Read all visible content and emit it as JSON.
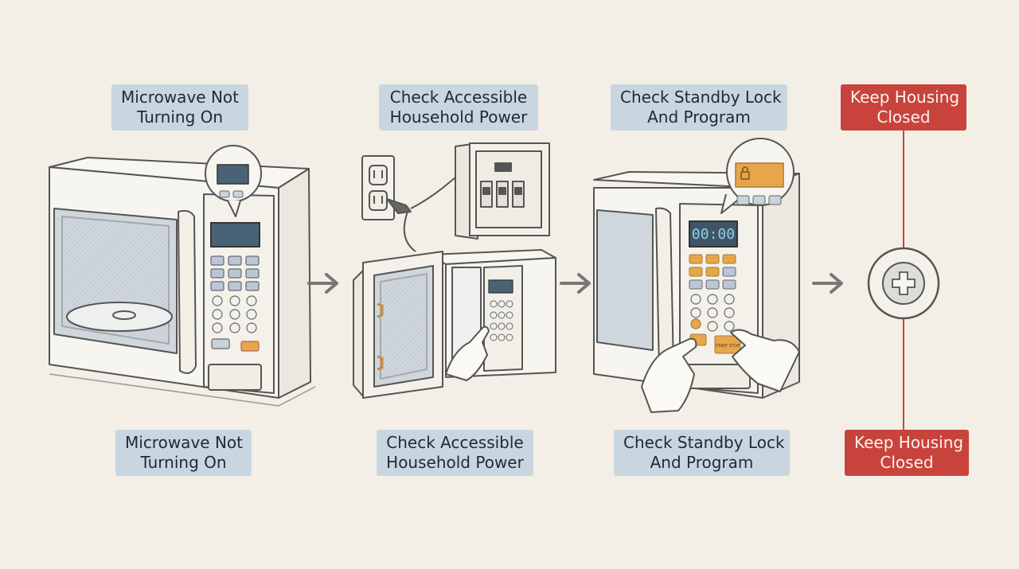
{
  "steps": [
    {
      "top": [
        "Microwave Not",
        "Turning On"
      ],
      "bottom": [
        "Microwave Not",
        "Turning On"
      ]
    },
    {
      "top": [
        "Check Accessible",
        "Household Power"
      ],
      "bottom": [
        "Check Accessible",
        "Household Power"
      ]
    },
    {
      "top": [
        "Check Standby Lock",
        "And Program"
      ],
      "bottom": [
        "Check Standby Lock",
        "And Program"
      ]
    },
    {
      "top": [
        "Keep Housing",
        "Closed"
      ],
      "bottom": [
        "Keep Housing",
        "Closed"
      ]
    }
  ],
  "display_readout": "00:00",
  "keypad_button": "START STOP",
  "colors": {
    "label_bg": "#c9d6e0",
    "warning": "#c9433d",
    "accent_orange": "#e8a64a",
    "display_blue": "#3f5566"
  },
  "icons": [
    "arrow-right-icon",
    "screw-icon",
    "lock-icon",
    "wall-outlet-icon",
    "breaker-panel-icon",
    "hand-icon"
  ]
}
